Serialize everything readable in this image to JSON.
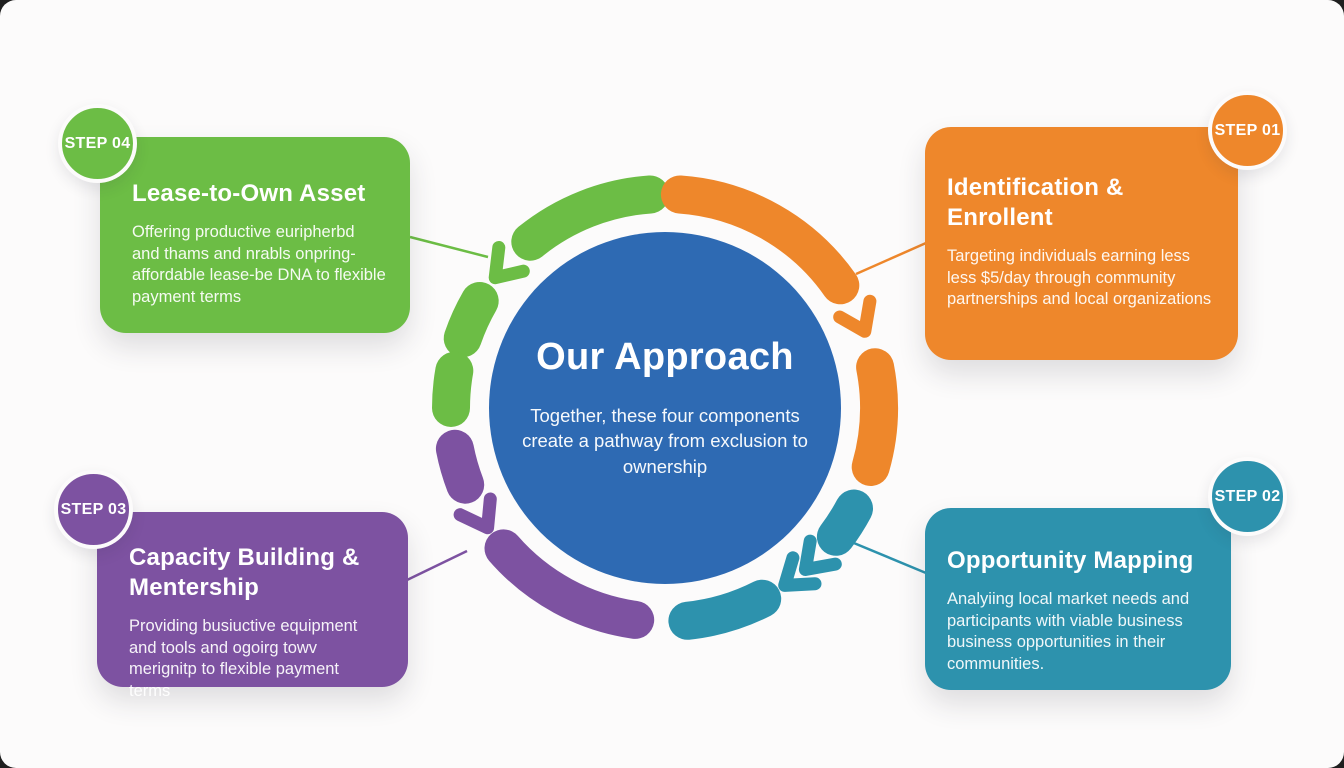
{
  "center": {
    "title": "Our Approach",
    "subtitle": "Together, these four components create a pathway from exclusion to ownership",
    "color": "#2e6ab3"
  },
  "steps": [
    {
      "badge": "STEP 01",
      "title": "Identification & Enrollent",
      "body": "Targeting individuals earning less less $5/day through community partnerships and local organizations",
      "color": "#ee872b",
      "position": "top-right"
    },
    {
      "badge": "STEP 02",
      "title": "Opportunity Mapping",
      "body": "Analyiing local market needs and participants with viable business business opportunities in their communities.",
      "color": "#2d92ad",
      "position": "bottom-right"
    },
    {
      "badge": "STEP 03",
      "title": "Capacity Building & Mentership",
      "body": "Providing busiuctive equipment and tools and ogoirg towv merignitp to flexible payment terms",
      "color": "#7d52a1",
      "position": "bottom-left"
    },
    {
      "badge": "STEP 04",
      "title": "Lease-to-Own Asset",
      "body": "Offering productive euripherbd and thams and nrabls onpring-affordable lease-be DNA to flexible payment terms",
      "color": "#6cbd45",
      "position": "top-left"
    }
  ]
}
